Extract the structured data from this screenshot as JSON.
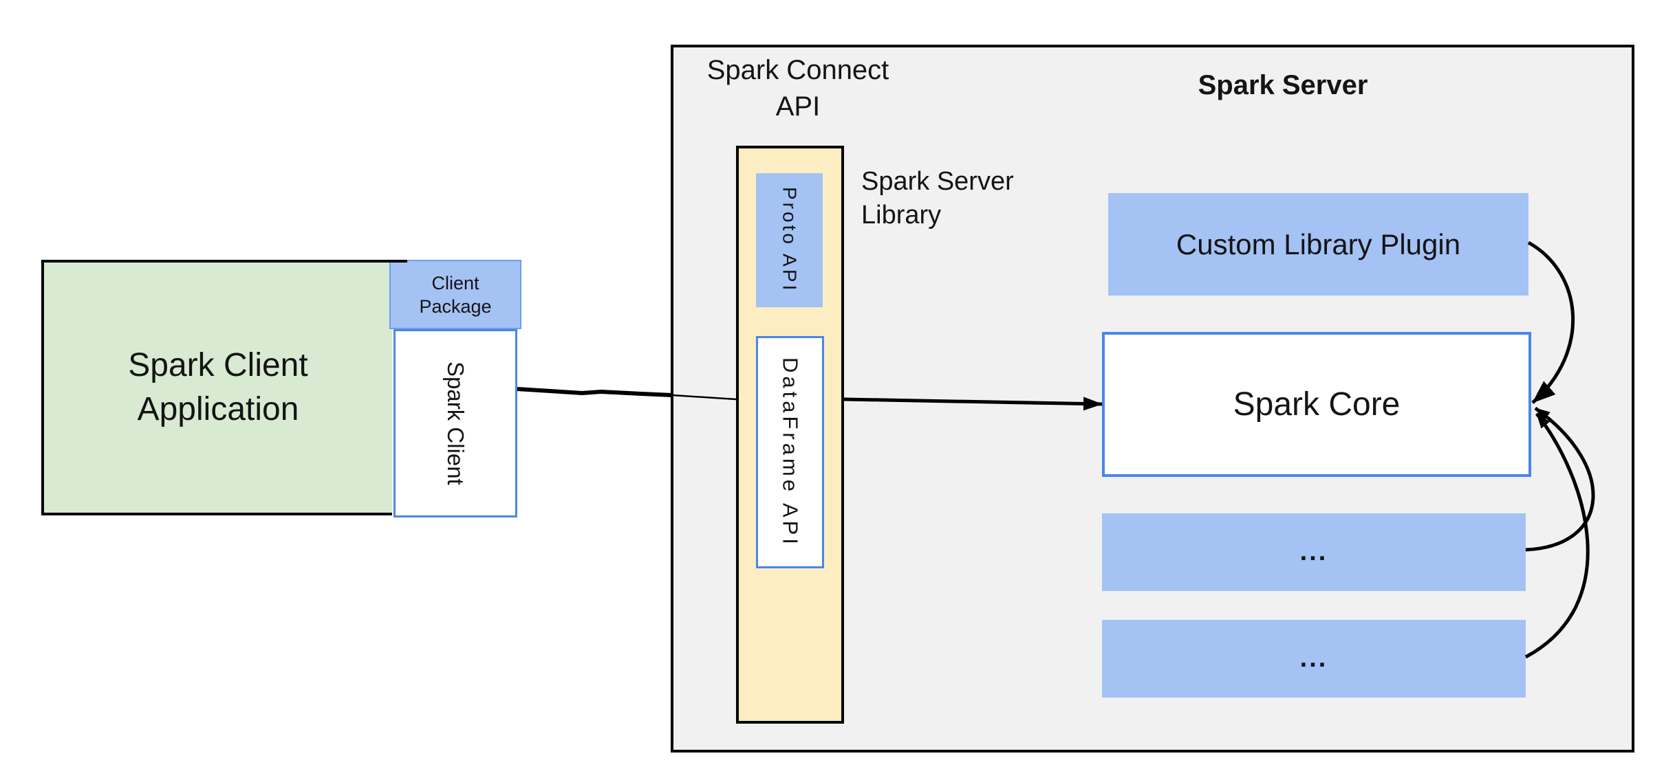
{
  "colors": {
    "container_fill": "#f1f1f2",
    "container_border": "#000000",
    "green_fill": "#d9ead3",
    "blue_fill": "#a4c2f4",
    "blue_border": "#4a86e8",
    "yellow_fill": "#fcedc3",
    "arrow": "#000000",
    "text": "#141414"
  },
  "client_app": {
    "line1": "Spark Client",
    "line2": "Application"
  },
  "client_package": {
    "line1": "Client",
    "line2": "Package"
  },
  "spark_client": {
    "label": "Spark Client"
  },
  "connect_api": {
    "line1": "Spark Connect",
    "line2": "API"
  },
  "proto_api": {
    "label": "Proto  API"
  },
  "dataframe_api": {
    "label": "DataFrame API"
  },
  "server_library": {
    "line1": "Spark Server",
    "line2": "Library"
  },
  "spark_server": {
    "title": "Spark Server"
  },
  "custom_plugin": {
    "label": "Custom Library Plugin"
  },
  "spark_core": {
    "label": "Spark Core"
  },
  "plugin_slot_1": {
    "label": "..."
  },
  "plugin_slot_2": {
    "label": "..."
  }
}
